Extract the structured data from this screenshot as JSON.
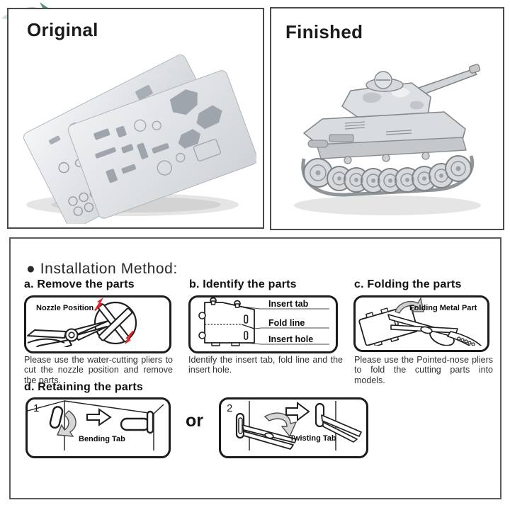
{
  "panels": {
    "original": {
      "title": "Original"
    },
    "finished": {
      "title": "Finished"
    }
  },
  "arrow": {
    "icon": "curved-transform-arrow",
    "color_start": "#ddeee7",
    "color_end": "#2b8a69"
  },
  "instructions": {
    "bullet": "●",
    "heading": "Installation Method:",
    "sections": {
      "a": {
        "label": "a. Remove the parts",
        "diagram_label": "Nozzle Position",
        "caption": "Please use the water-cutting pliers to cut the nozzle position and remove the parts."
      },
      "b": {
        "label": "b. Identify the parts",
        "callouts": [
          "Insert tab",
          "Fold line",
          "Insert hole"
        ],
        "caption": "Identify the insert tab, fold line and the insert hole."
      },
      "c": {
        "label": "c. Folding the parts",
        "diagram_label": "Folding Metal Part",
        "caption": "Please use the Pointed-nose pliers to fold the cutting parts into models."
      },
      "d": {
        "label": "d. Retaining the parts",
        "or_label": "or",
        "option1": {
          "number": "1",
          "diagram_label": "Bending Tab"
        },
        "option2": {
          "number": "2",
          "diagram_label": "Twisting Tab"
        }
      }
    }
  },
  "colors": {
    "alert_red": "#e3242b",
    "arrow_green": "#2b8a69",
    "line_dark": "#1f1f1f",
    "metal_light": "#eef0f2",
    "metal_mid": "#c9ccd0"
  }
}
